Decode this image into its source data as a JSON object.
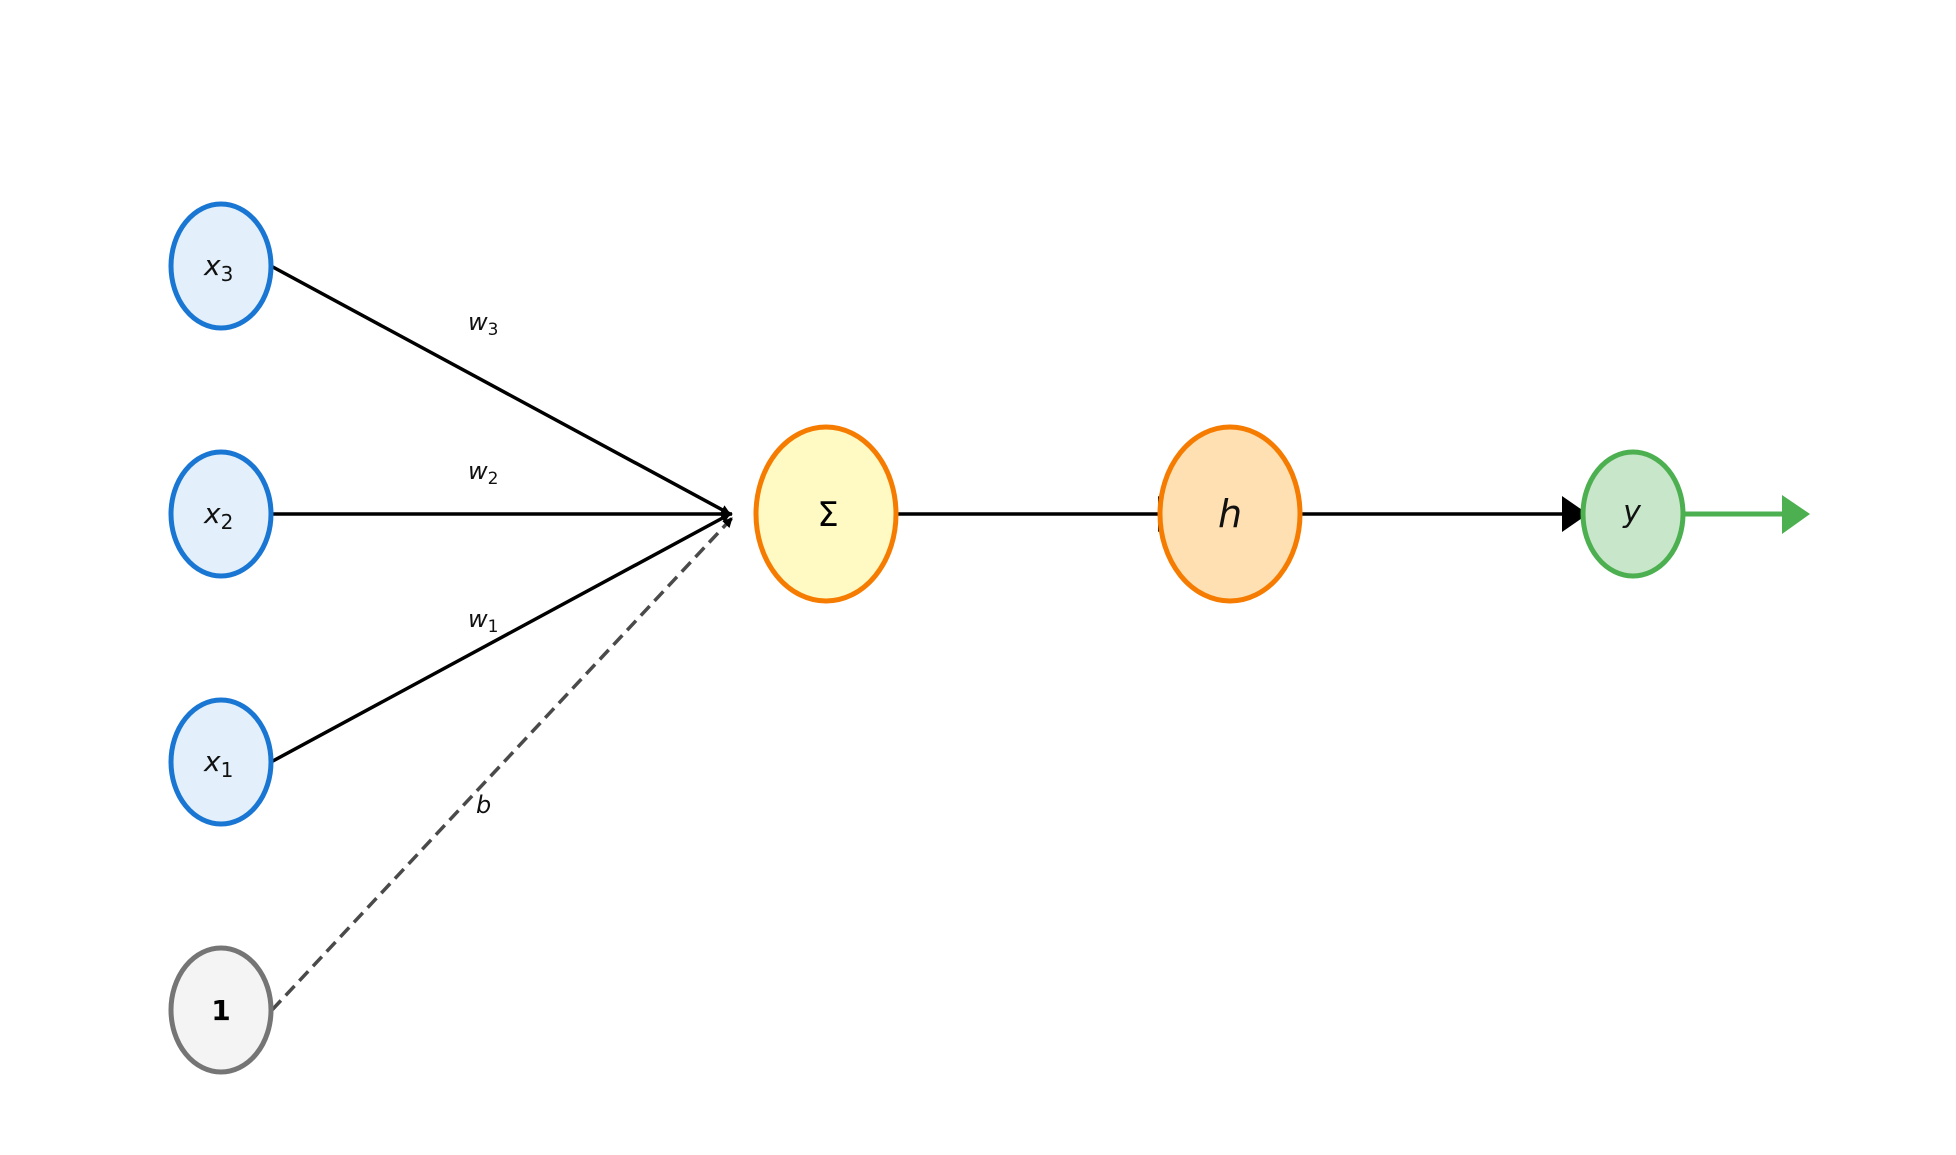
{
  "diagram": {
    "inputs": [
      {
        "base": "x",
        "sub": "3"
      },
      {
        "base": "x",
        "sub": "2"
      },
      {
        "base": "x",
        "sub": "1"
      }
    ],
    "bias_node": "1",
    "weights": [
      {
        "base": "w",
        "sub": "3"
      },
      {
        "base": "w",
        "sub": "2"
      },
      {
        "base": "w",
        "sub": "1"
      }
    ],
    "bias_label": "b",
    "sum_node": "Σ",
    "activation_node": "h",
    "output_node": "y",
    "colors": {
      "input_fill": "#e3f0fb",
      "input_stroke": "#1976d2",
      "bias_fill": "#f4f4f4",
      "bias_stroke": "#757575",
      "sum_fill": "#fff9c4",
      "sum_stroke": "#f57c00",
      "act_fill": "#ffe0b2",
      "act_stroke": "#f57c00",
      "out_fill": "#c8e6c9",
      "out_stroke": "#4caf50"
    }
  }
}
